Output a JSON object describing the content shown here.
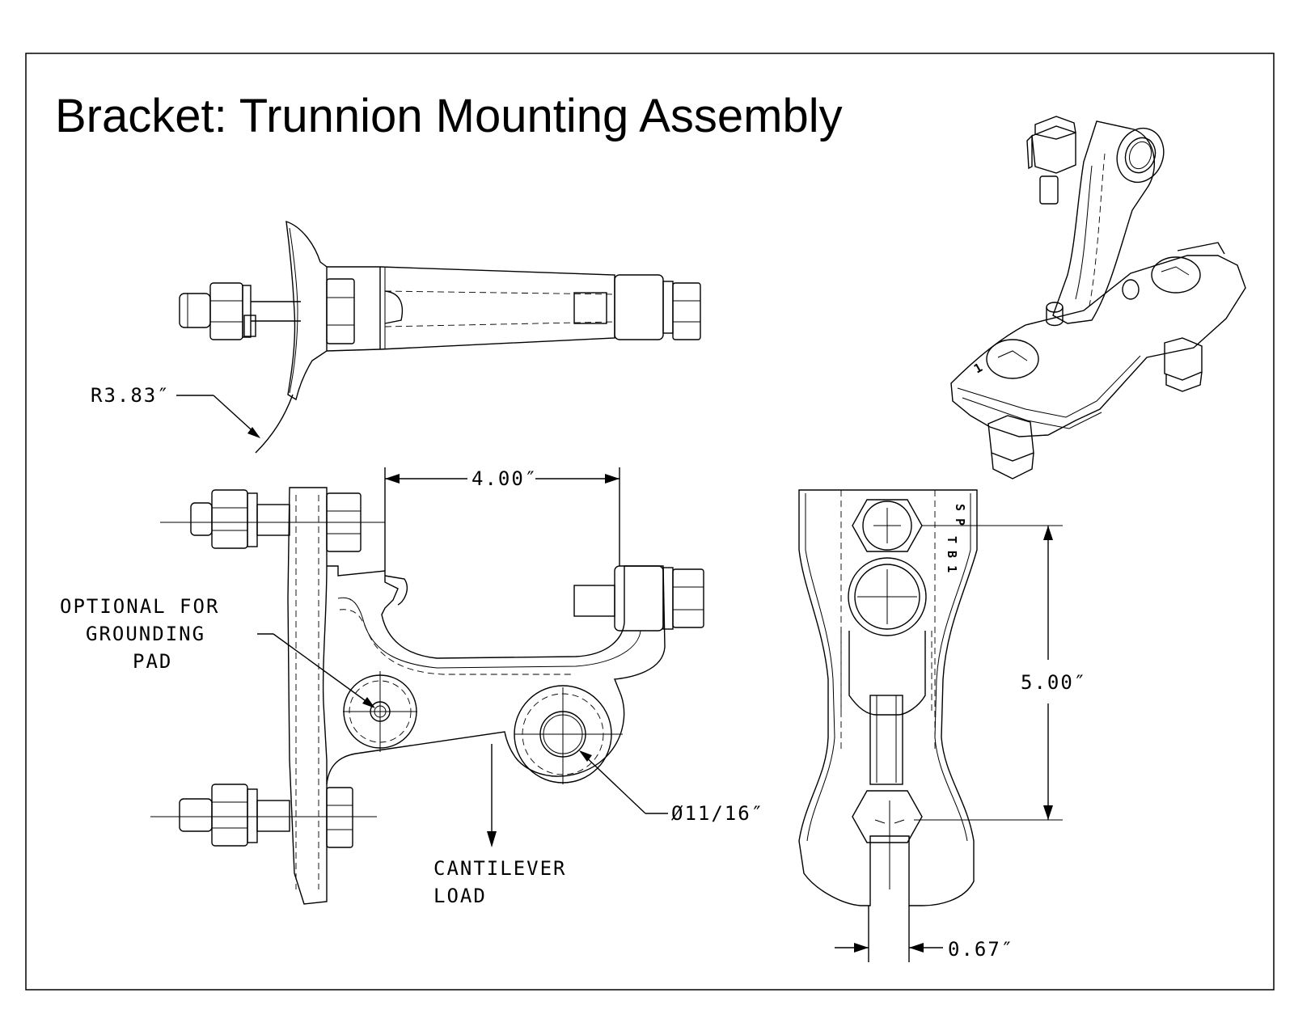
{
  "title": "Bracket: Trunnion Mounting Assembly",
  "dimensions": {
    "radius": "R3.83″",
    "width": "4.00″",
    "height": "5.00″",
    "hole": "Ø11/16″",
    "slot": "0.67″"
  },
  "notes": {
    "grounding_line1": "OPTIONAL FOR",
    "grounding_line2": "GROUNDING",
    "grounding_line3": "PAD",
    "load_line1": "CANTILEVER",
    "load_line2": "LOAD"
  },
  "part_marking": {
    "line1": "S P",
    "line2": "T B 1"
  }
}
